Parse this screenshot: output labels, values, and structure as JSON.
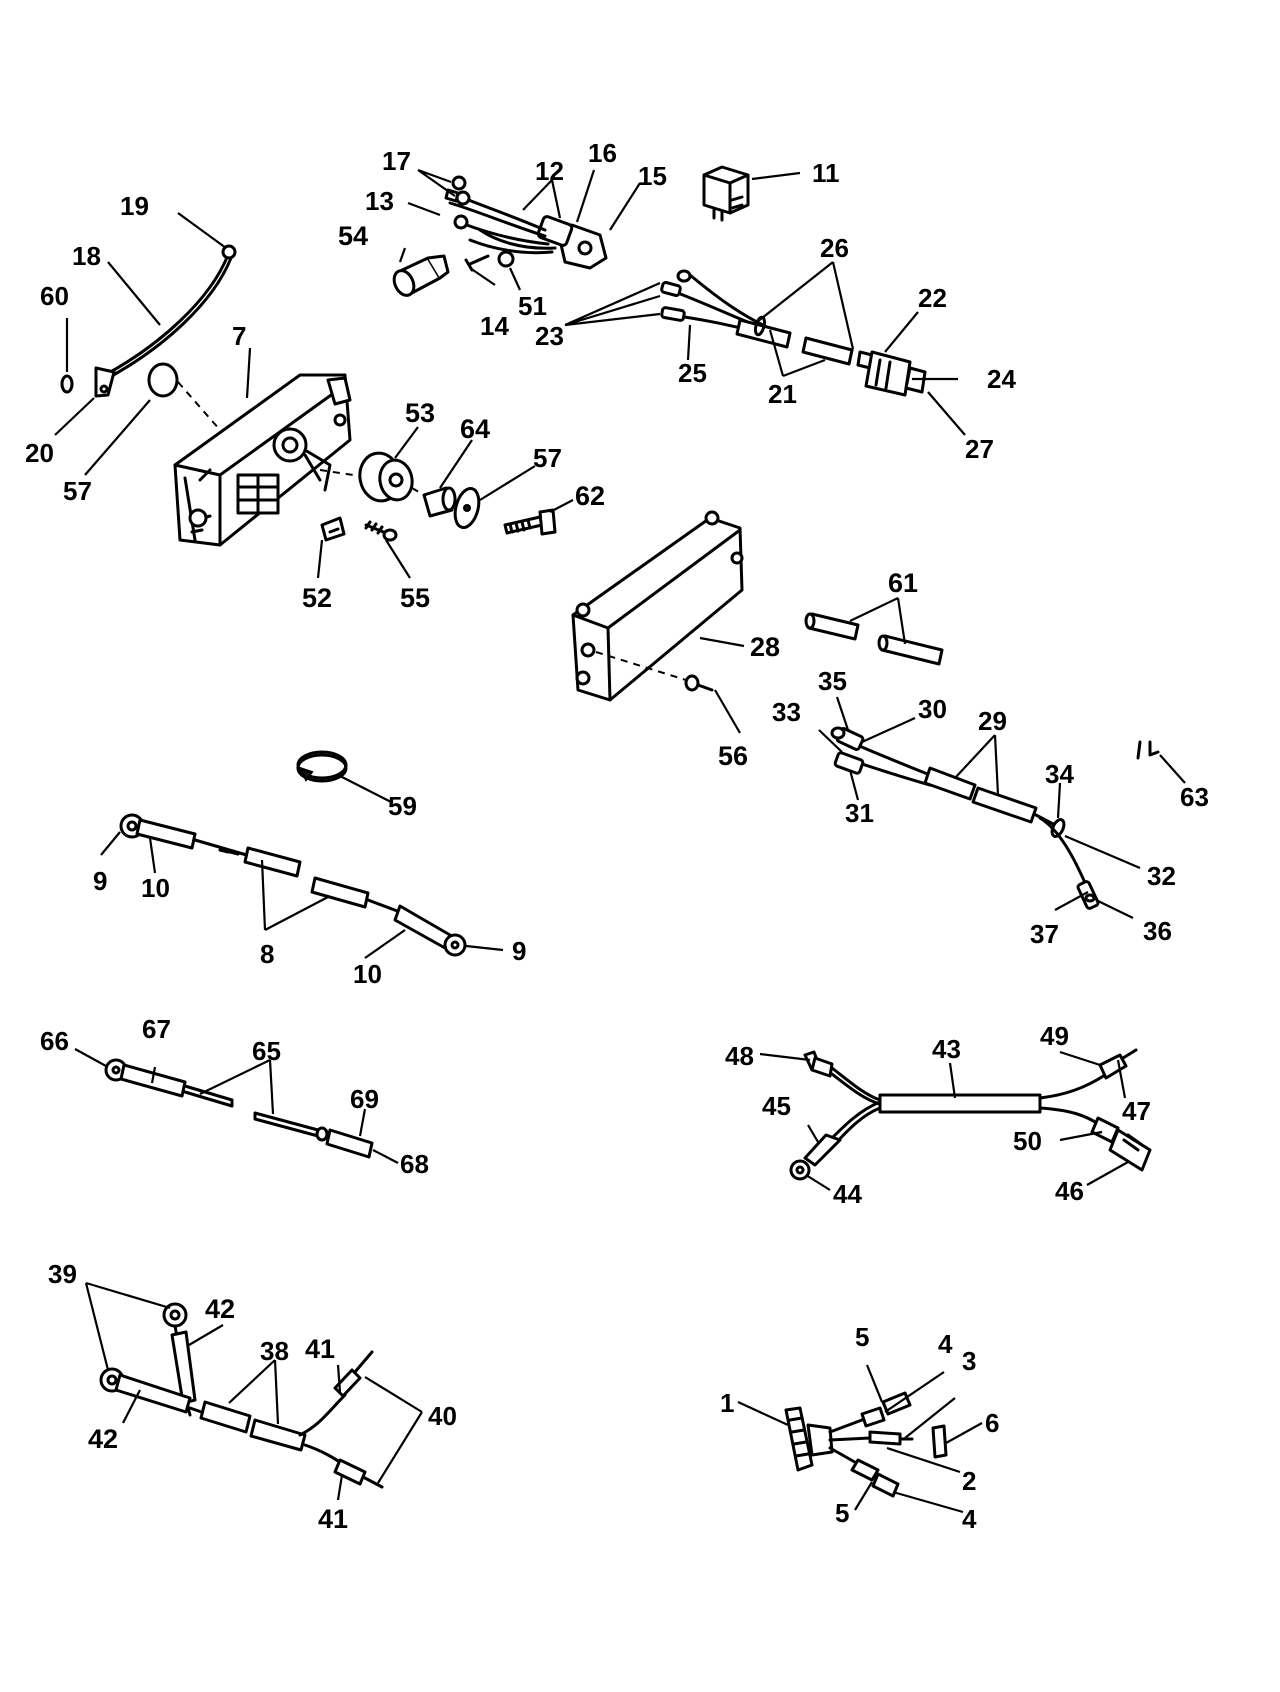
{
  "callouts": [
    {
      "id": "c1",
      "text": "1"
    },
    {
      "id": "c2",
      "text": "2"
    },
    {
      "id": "c3",
      "text": "3"
    },
    {
      "id": "c4a",
      "text": "4"
    },
    {
      "id": "c4b",
      "text": "4"
    },
    {
      "id": "c5a",
      "text": "5"
    },
    {
      "id": "c5b",
      "text": "5"
    },
    {
      "id": "c6",
      "text": "6"
    },
    {
      "id": "c7",
      "text": "7"
    },
    {
      "id": "c8",
      "text": "8"
    },
    {
      "id": "c9a",
      "text": "9"
    },
    {
      "id": "c9b",
      "text": "9"
    },
    {
      "id": "c10a",
      "text": "10"
    },
    {
      "id": "c10b",
      "text": "10"
    },
    {
      "id": "c11",
      "text": "11"
    },
    {
      "id": "c12",
      "text": "12"
    },
    {
      "id": "c13",
      "text": "13"
    },
    {
      "id": "c14",
      "text": "14"
    },
    {
      "id": "c15",
      "text": "15"
    },
    {
      "id": "c16",
      "text": "16"
    },
    {
      "id": "c17",
      "text": "17"
    },
    {
      "id": "c18",
      "text": "18"
    },
    {
      "id": "c19",
      "text": "19"
    },
    {
      "id": "c20",
      "text": "20"
    },
    {
      "id": "c21",
      "text": "21"
    },
    {
      "id": "c22",
      "text": "22"
    },
    {
      "id": "c23",
      "text": "23"
    },
    {
      "id": "c24",
      "text": "24"
    },
    {
      "id": "c25",
      "text": "25"
    },
    {
      "id": "c26",
      "text": "26"
    },
    {
      "id": "c27",
      "text": "27"
    },
    {
      "id": "c28",
      "text": "28"
    },
    {
      "id": "c29",
      "text": "29"
    },
    {
      "id": "c30",
      "text": "30"
    },
    {
      "id": "c31",
      "text": "31"
    },
    {
      "id": "c32",
      "text": "32"
    },
    {
      "id": "c33",
      "text": "33"
    },
    {
      "id": "c34",
      "text": "34"
    },
    {
      "id": "c35",
      "text": "35"
    },
    {
      "id": "c36",
      "text": "36"
    },
    {
      "id": "c37",
      "text": "37"
    },
    {
      "id": "c38",
      "text": "38"
    },
    {
      "id": "c39",
      "text": "39"
    },
    {
      "id": "c40",
      "text": "40"
    },
    {
      "id": "c41a",
      "text": "41"
    },
    {
      "id": "c41b",
      "text": "41"
    },
    {
      "id": "c42a",
      "text": "42"
    },
    {
      "id": "c42b",
      "text": "42"
    },
    {
      "id": "c43",
      "text": "43"
    },
    {
      "id": "c44",
      "text": "44"
    },
    {
      "id": "c45",
      "text": "45"
    },
    {
      "id": "c46",
      "text": "46"
    },
    {
      "id": "c47",
      "text": "47"
    },
    {
      "id": "c48",
      "text": "48"
    },
    {
      "id": "c49",
      "text": "49"
    },
    {
      "id": "c50",
      "text": "50"
    },
    {
      "id": "c51",
      "text": "51"
    },
    {
      "id": "c52",
      "text": "52"
    },
    {
      "id": "c53",
      "text": "53"
    },
    {
      "id": "c54",
      "text": "54"
    },
    {
      "id": "c55",
      "text": "55"
    },
    {
      "id": "c56",
      "text": "56"
    },
    {
      "id": "c57a",
      "text": "57"
    },
    {
      "id": "c57b",
      "text": "57"
    },
    {
      "id": "c59",
      "text": "59"
    },
    {
      "id": "c60",
      "text": "60"
    },
    {
      "id": "c61",
      "text": "61"
    },
    {
      "id": "c62",
      "text": "62"
    },
    {
      "id": "c63",
      "text": "63"
    },
    {
      "id": "c64",
      "text": "64"
    },
    {
      "id": "c65",
      "text": "65"
    },
    {
      "id": "c66",
      "text": "66"
    },
    {
      "id": "c67",
      "text": "67"
    },
    {
      "id": "c68",
      "text": "68"
    },
    {
      "id": "c69",
      "text": "69"
    }
  ]
}
